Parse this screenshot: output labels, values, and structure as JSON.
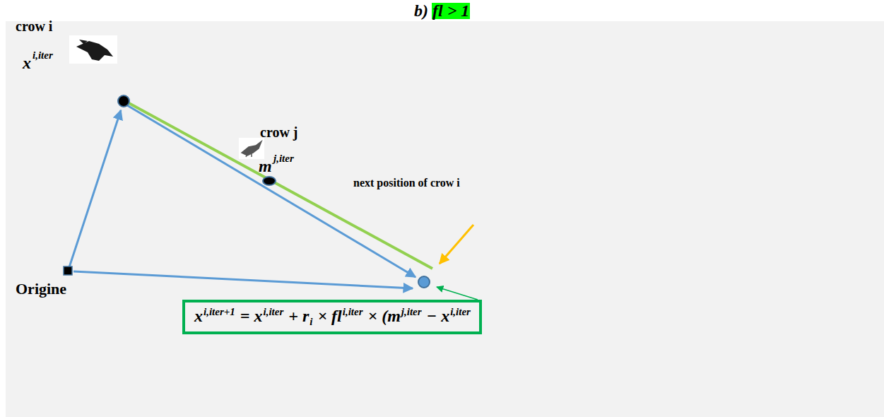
{
  "diagram": {
    "title": "b) fl > 1",
    "nodes": [
      {
        "text": [
          "x",
          "i,iter+1",
          "= x",
          "i,iter",
          "+ r",
          "i",
          "× fl",
          "i,iter",
          "× (m",
          "j,iter",
          "− x",
          "i,iter"
        ]
      }
    ],
    "labels": [
      "crow i",
      "x",
      "i,iter",
      "crow j",
      "m",
      "j,iter",
      "next position of crow i",
      "Origine"
    ]
  }
}
